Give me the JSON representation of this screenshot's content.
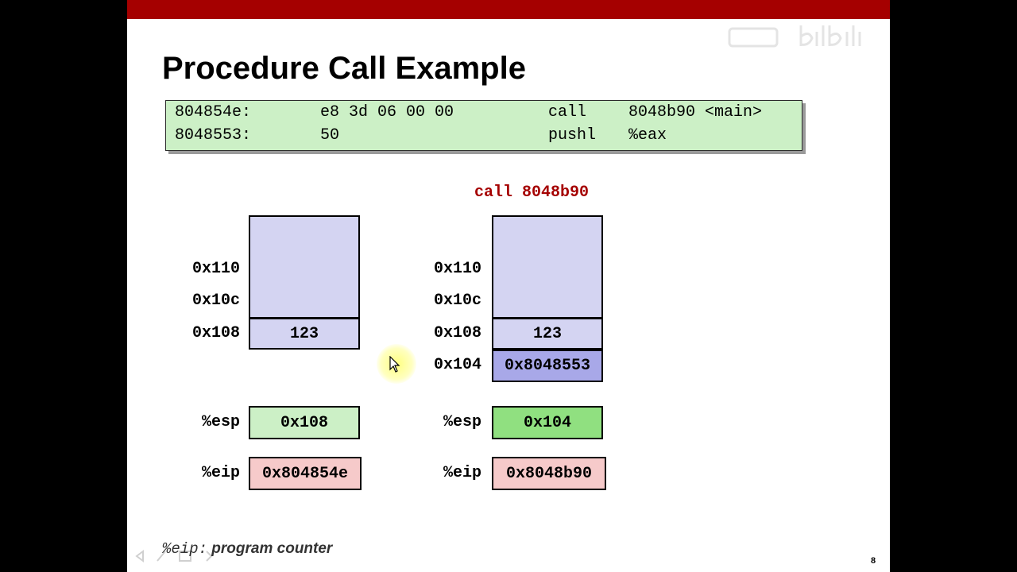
{
  "slide": {
    "title": "Procedure Call Example",
    "page_number": "8",
    "watermark_icon": "bilibili-logo",
    "code": {
      "rows": [
        {
          "addr": "804854e:",
          "bytes": "e8 3d 06 00 00",
          "op": "call",
          "arg": "8048b90 <main>"
        },
        {
          "addr": "8048553:",
          "bytes": "50",
          "op": "pushl",
          "arg": "%eax"
        }
      ]
    },
    "call_header": "call 8048b90",
    "before": {
      "addresses": [
        "0x110",
        "0x10c",
        "0x108"
      ],
      "cell_value": "123",
      "esp_label": "%esp",
      "esp_value": "0x108",
      "eip_label": "%eip",
      "eip_value": "0x804854e"
    },
    "after": {
      "addresses": [
        "0x110",
        "0x10c",
        "0x108",
        "0x104"
      ],
      "cell_value": "123",
      "pushed_value": "0x8048553",
      "esp_label": "%esp",
      "esp_value": "0x104",
      "eip_label": "%eip",
      "eip_value": "0x8048b90"
    },
    "footer": {
      "reg": "%eip:",
      "text": "program counter"
    },
    "colors": {
      "header_bar": "#a50000",
      "code_bg": "#ccf0c6",
      "stack_bg": "#d4d4f2",
      "pushed_bg": "#a8a8e8",
      "esp_changed_bg": "#90e080",
      "eip_bg": "#f6caca"
    }
  }
}
